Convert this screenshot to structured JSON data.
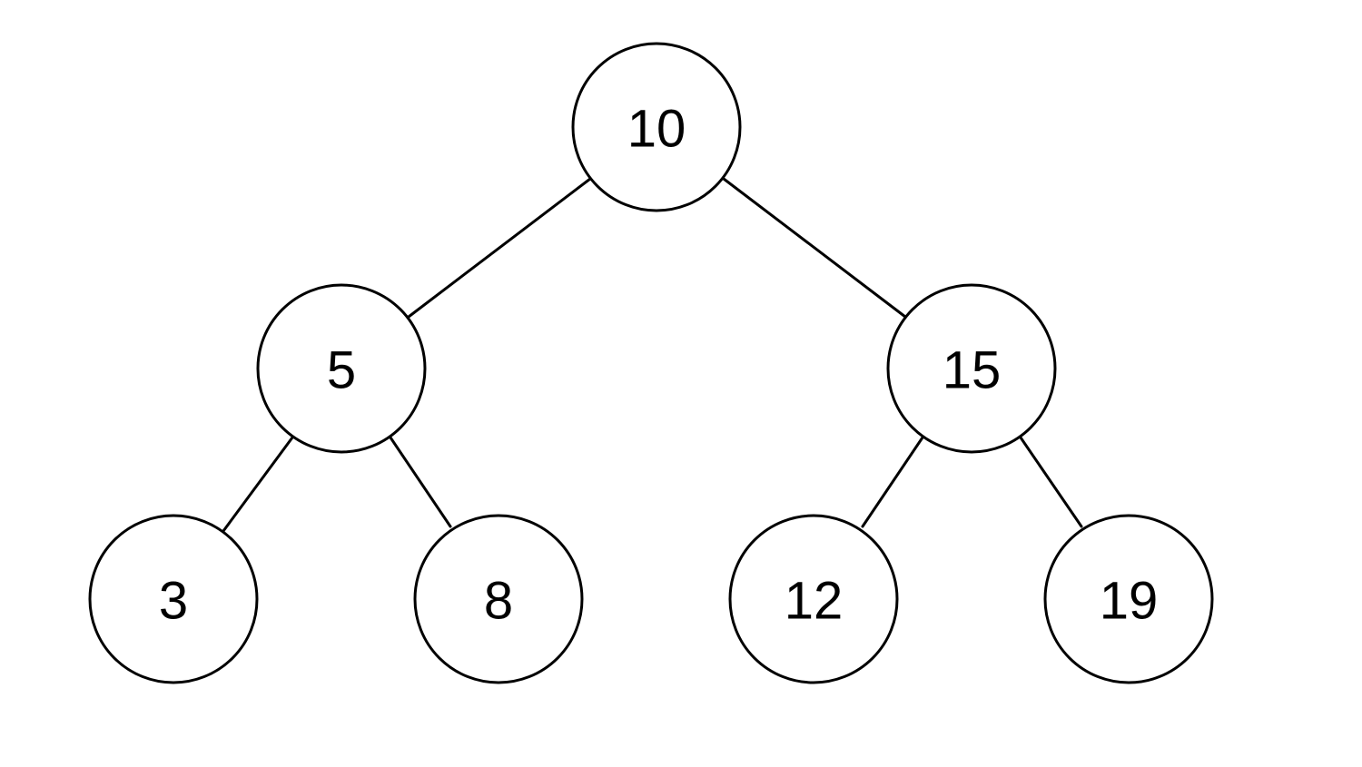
{
  "tree": {
    "nodes": [
      {
        "id": "n10",
        "label": "10"
      },
      {
        "id": "n5",
        "label": "5"
      },
      {
        "id": "n15",
        "label": "15"
      },
      {
        "id": "n3",
        "label": "3"
      },
      {
        "id": "n8",
        "label": "8"
      },
      {
        "id": "n12",
        "label": "12"
      },
      {
        "id": "n19",
        "label": "19"
      }
    ],
    "edges": [
      {
        "from": "n10",
        "to": "n5"
      },
      {
        "from": "n10",
        "to": "n15"
      },
      {
        "from": "n5",
        "to": "n3"
      },
      {
        "from": "n5",
        "to": "n8"
      },
      {
        "from": "n15",
        "to": "n12"
      },
      {
        "from": "n15",
        "to": "n19"
      }
    ]
  }
}
